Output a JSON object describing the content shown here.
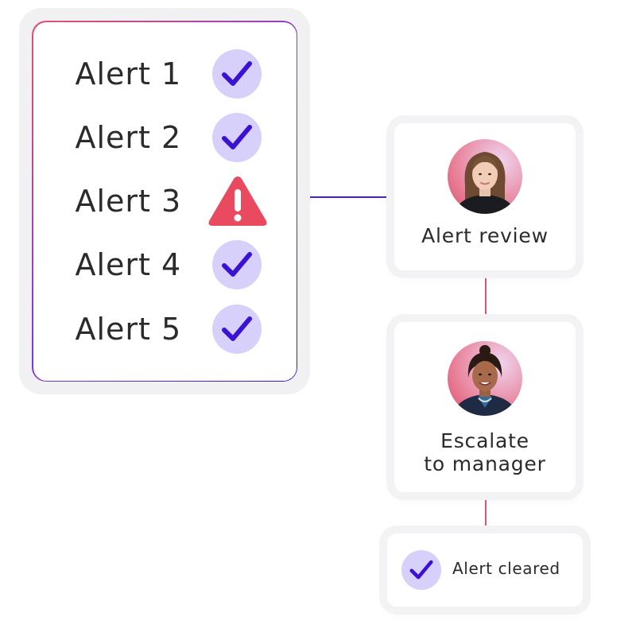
{
  "alerts": {
    "items": [
      {
        "label": "Alert 1",
        "status": "check-icon"
      },
      {
        "label": "Alert 2",
        "status": "check-icon"
      },
      {
        "label": "Alert 3",
        "status": "warning-icon"
      },
      {
        "label": "Alert 4",
        "status": "check-icon"
      },
      {
        "label": "Alert 5",
        "status": "check-icon"
      }
    ]
  },
  "steps": {
    "review": {
      "title": "Alert review",
      "avatar": "person-avatar"
    },
    "escalate": {
      "title_line1": "Escalate",
      "title_line2": "to manager",
      "avatar": "person-avatar"
    },
    "cleared": {
      "label": "Alert cleared",
      "icon": "check-icon"
    }
  },
  "colors": {
    "check_mark": "#3a12d4",
    "check_badge": "#d6d0fb",
    "warning": "#e94a5f",
    "connector_primary": "#4a1fd6",
    "connector_secondary": "#e0566b"
  }
}
